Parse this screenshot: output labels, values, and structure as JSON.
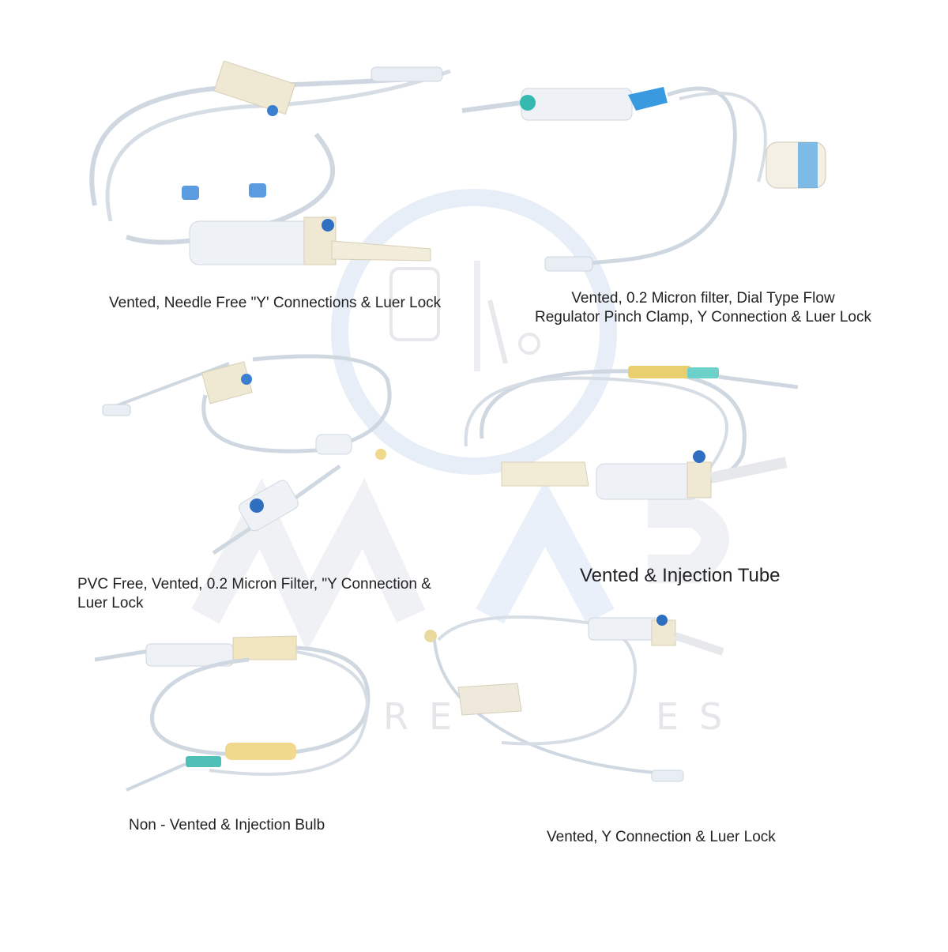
{
  "watermark": {
    "letters_left": "RE",
    "letters_right": "ES",
    "colors": {
      "mark": "#e4e6ea",
      "mark_blue": "#e6eef8"
    }
  },
  "products": [
    {
      "id": "p1",
      "caption": "Vented, Needle Free \"Y' Connections & Luer Lock"
    },
    {
      "id": "p2",
      "caption_line1": "Vented, 0.2 Micron filter, Dial Type Flow",
      "caption_line2": "Regulator Pinch Clamp, Y Connection & Luer Lock"
    },
    {
      "id": "p3",
      "caption_line1": "PVC Free, Vented, 0.2 Micron Filter, \"Y Connection &",
      "caption_line2": "Luer Lock"
    },
    {
      "id": "p4",
      "caption": "Vented & Injection Tube"
    },
    {
      "id": "p5",
      "caption": "Non - Vented & Injection Bulb"
    },
    {
      "id": "p6",
      "caption": "Vented, Y Connection & Luer Lock"
    }
  ],
  "colors": {
    "tube": "#c9d3dc",
    "clamp_cream": "#efe8d3",
    "accent_blue": "#3a7fd0",
    "accent_teal": "#35b9b1",
    "accent_yellow": "#f0d98c"
  }
}
